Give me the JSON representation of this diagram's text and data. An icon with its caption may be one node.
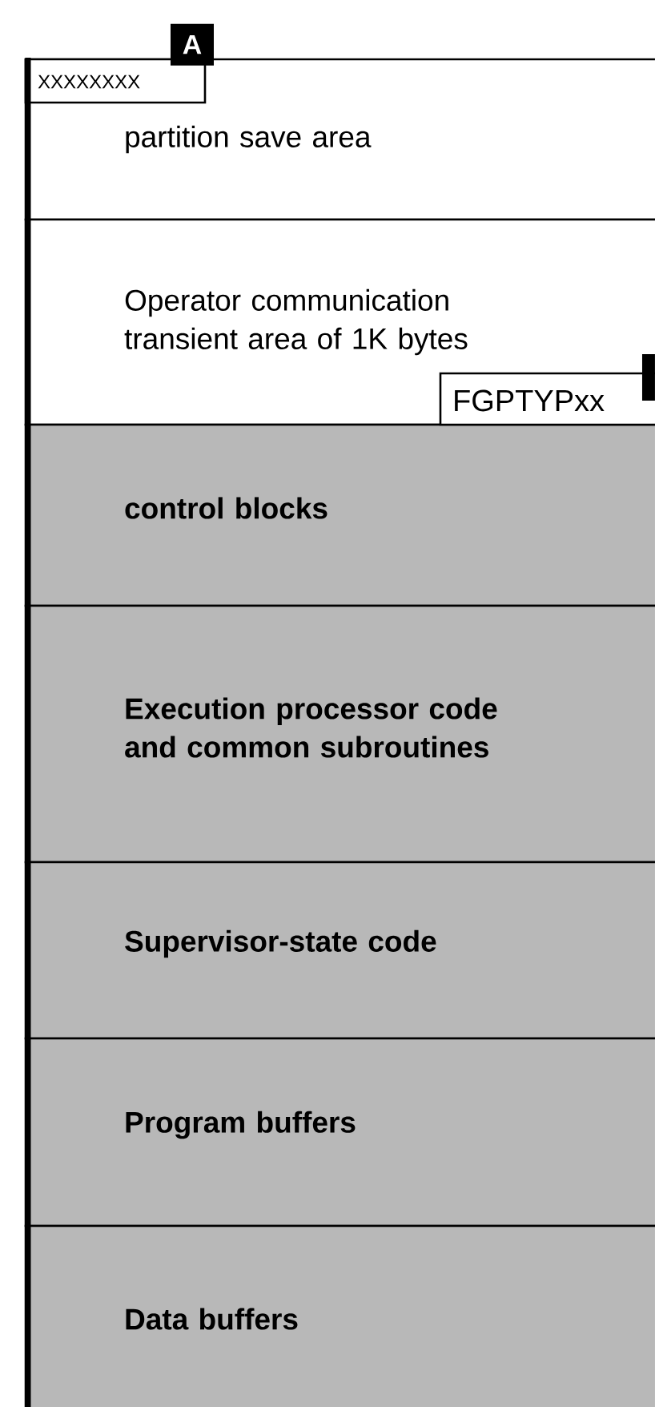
{
  "diagram": {
    "nodes": [
      {
        "text": [
          "partition save area"
        ]
      },
      {
        "text": [
          "XXXXXXXX"
        ],
        "in": 0
      },
      {
        "text": [
          "Operator communication transient area of 1K bytes"
        ]
      },
      {
        "text": [
          "FGPTYPxx"
        ],
        "in": 2
      },
      {
        "text": [
          "control blocks"
        ]
      },
      {
        "text": [
          "Execution processor code and common subroutines"
        ]
      },
      {
        "text": [
          "Supervisor-state code"
        ]
      },
      {
        "text": [
          "Program buffers"
        ]
      },
      {
        "text": [
          "Data buffers"
        ]
      }
    ],
    "labels": [
      "A"
    ]
  }
}
